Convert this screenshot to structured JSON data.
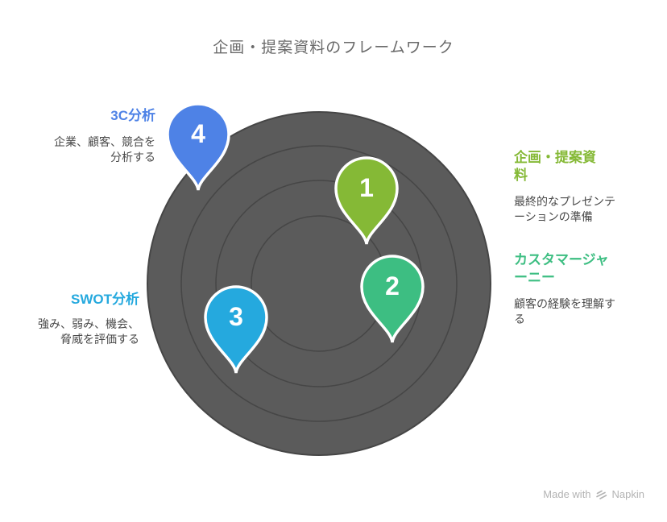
{
  "title": "企画・提案資料のフレームワーク",
  "diagram": {
    "type": "concentric-target-map",
    "circle_fill_color": "#5B5B5B",
    "ring_stroke_color": "#464646",
    "ring_count": 4
  },
  "steps": [
    {
      "number": "1",
      "label": "企画・提案資料",
      "label_lines": [
        "企画・提案資",
        "料"
      ],
      "description": "最終的なプレゼンテーションの準備",
      "desc_lines": [
        "最終的なプレゼンテ",
        "ーションの準備"
      ],
      "color": "#85B936",
      "side": "right"
    },
    {
      "number": "2",
      "label": "カスタマージャーニー",
      "label_lines": [
        "カスタマージャ",
        "ーニー"
      ],
      "description": "顧客の経験を理解する",
      "desc_lines": [
        "顧客の経験を理解す",
        "る"
      ],
      "color": "#3DBE82",
      "side": "right"
    },
    {
      "number": "3",
      "label": "SWOT分析",
      "label_lines": [
        "SWOT分析"
      ],
      "description": "強み、弱み、機会、脅威を評価する",
      "desc_lines": [
        "強み、弱み、機会、",
        "脅威を評価する"
      ],
      "color": "#25A9DE",
      "side": "left"
    },
    {
      "number": "4",
      "label": "3C分析",
      "label_lines": [
        "3C分析"
      ],
      "description": "企業、顧客、競合を分析する",
      "desc_lines": [
        "企業、顧客、競合を",
        "分析する"
      ],
      "color": "#4E82E6",
      "side": "left"
    }
  ],
  "footer": {
    "made_with": "Made with",
    "brand": "Napkin",
    "text_color": "#B3B3B3"
  }
}
